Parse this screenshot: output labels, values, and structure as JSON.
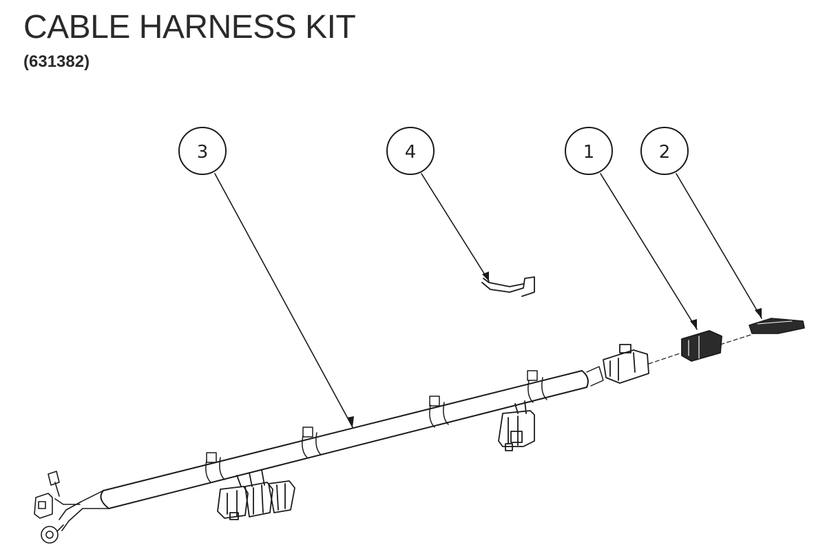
{
  "header": {
    "title": "CABLE HARNESS KIT",
    "part_number": "(631382)"
  },
  "callouts": [
    {
      "label": "3"
    },
    {
      "label": "4"
    },
    {
      "label": "1"
    },
    {
      "label": "2"
    }
  ]
}
